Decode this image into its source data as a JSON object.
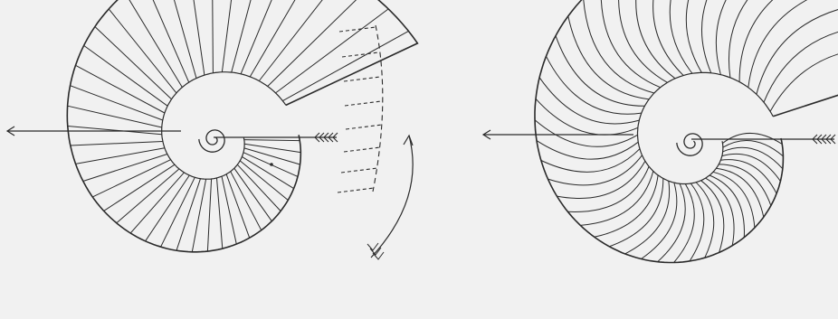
{
  "figure": {
    "background": "#f1f1f1",
    "ink": "#2a2a2a",
    "panels": [
      {
        "id": "left",
        "description_name": "straight-ribbed-shell",
        "rib_style": "straight"
      },
      {
        "id": "right",
        "description_name": "curved-ribbed-shell",
        "rib_style": "curved"
      }
    ]
  }
}
